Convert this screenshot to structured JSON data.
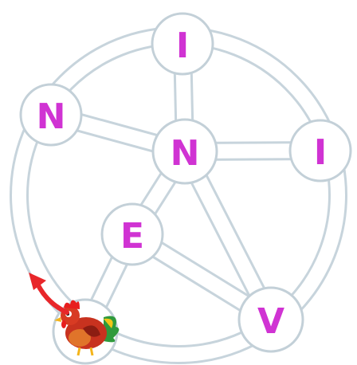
{
  "puzzle": {
    "letters": {
      "top": "I",
      "left": "N",
      "center": "N",
      "right": "I",
      "middle": "E",
      "bottom": "V"
    },
    "token": "chicken-icon",
    "move_hint": "red-curved-arrow-icon"
  },
  "colors": {
    "letter": "#d033d3",
    "path_fill": "#ffffff",
    "path_outline": "#c7d4dc",
    "node_fill": "#ffffff",
    "node_outline": "#c3d0d8",
    "arrow": "#e8262a"
  }
}
